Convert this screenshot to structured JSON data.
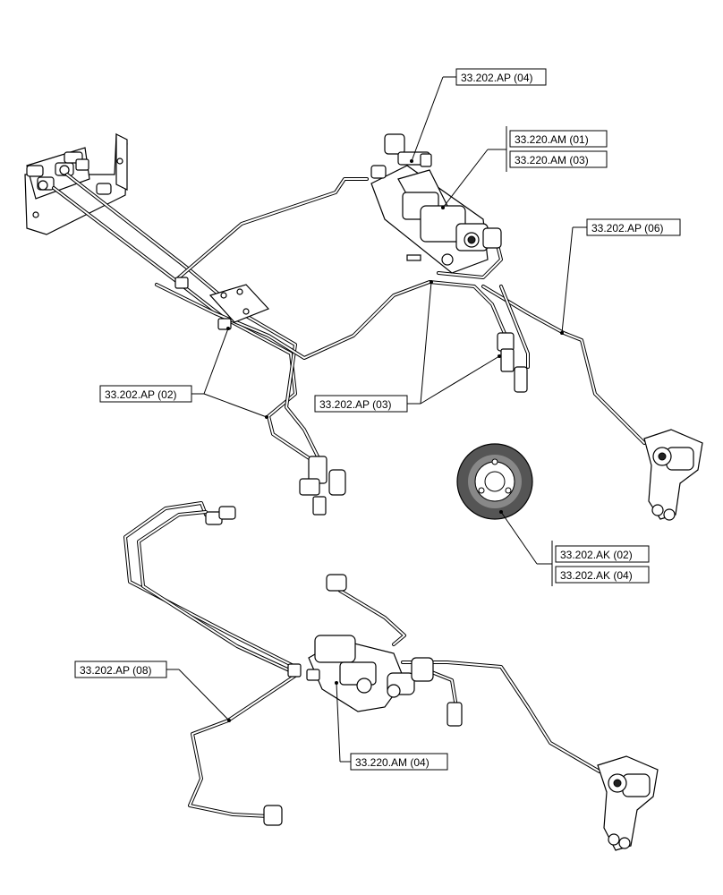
{
  "callouts": {
    "ap04": "33.202.AP (04)",
    "am01": "33.220.AM (01)",
    "am03": "33.220.AM (03)",
    "ap06": "33.202.AP (06)",
    "ap02": "33.202.AP (02)",
    "ap03": "33.202.AP (03)",
    "ak02": "33.202.AK (02)",
    "ak04": "33.202.AK (04)",
    "ap08": "33.202.AP (08)",
    "am04": "33.220.AM (04)"
  }
}
